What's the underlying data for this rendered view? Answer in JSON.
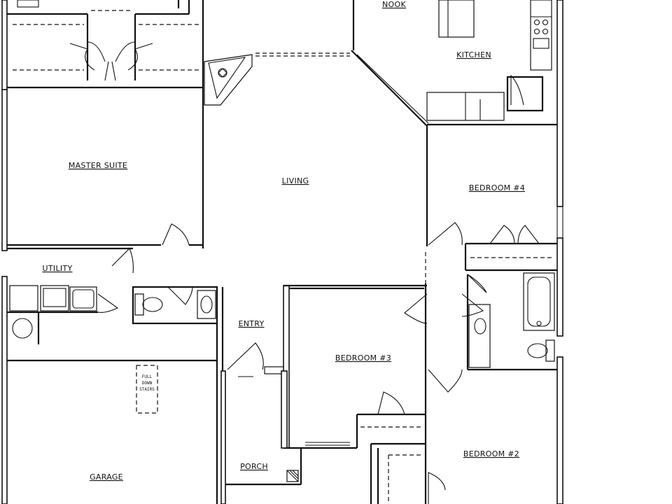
{
  "rooms": {
    "nook": "NOOK",
    "kitchen": "KITCHEN",
    "master_suite": "MASTER SUITE",
    "living": "LIVING",
    "bedroom4": "BEDROOM #4",
    "utility": "UTILITY",
    "entry": "ENTRY",
    "bedroom3": "BEDROOM #3",
    "garage": "GARAGE",
    "porch": "PORCH",
    "bedroom2": "BEDROOM #2"
  },
  "notes": {
    "stairs_line1": "FULL",
    "stairs_line2": "DOWN",
    "stairs_line3": "STAIRS"
  }
}
